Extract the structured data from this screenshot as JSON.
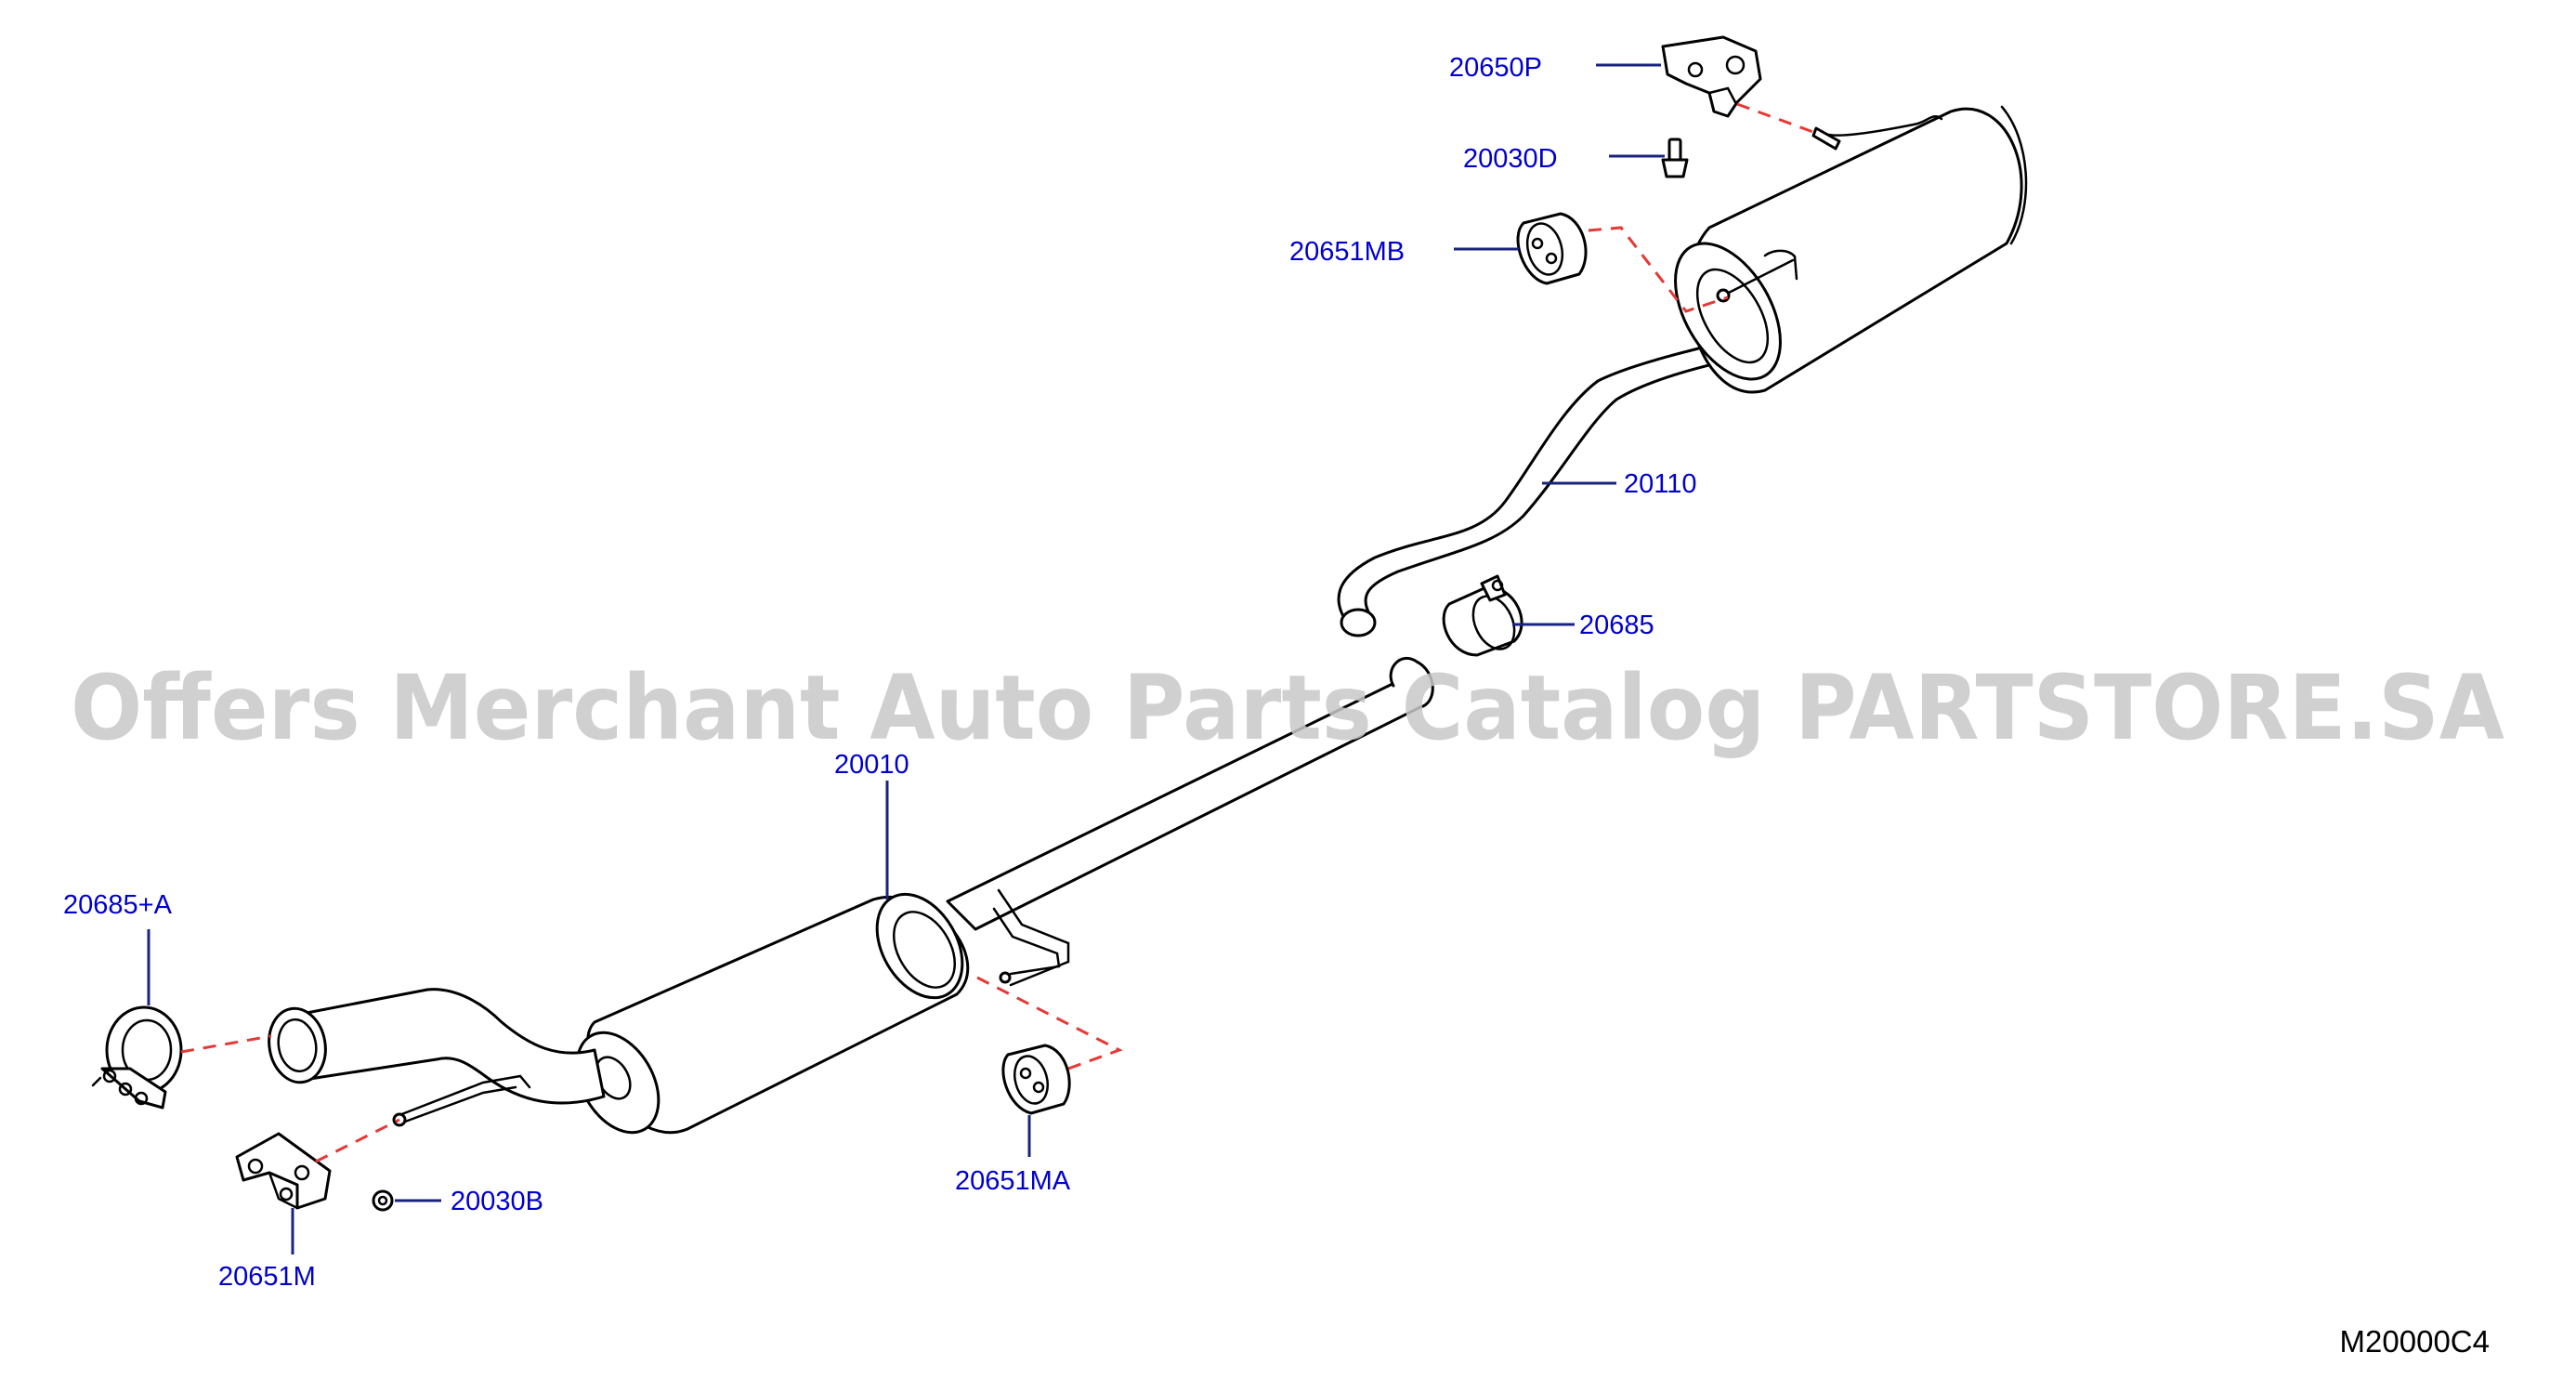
{
  "watermark": "Offers Merchant Auto Parts Catalog PARTSTORE.SA",
  "diagram_code": "M20000C4",
  "colors": {
    "label": "#0000cc",
    "leader": "#1a237e",
    "dashed_link": "#e53935",
    "watermark": "#c8c8c8"
  },
  "callouts": {
    "p20650P": "20650P",
    "p20030D": "20030D",
    "p20651MB": "20651MB",
    "p20110": "20110",
    "p20685": "20685",
    "p20010": "20010",
    "p20685A": "20685+A",
    "p20651MA": "20651MA",
    "p20030B": "20030B",
    "p20651M": "20651M"
  }
}
